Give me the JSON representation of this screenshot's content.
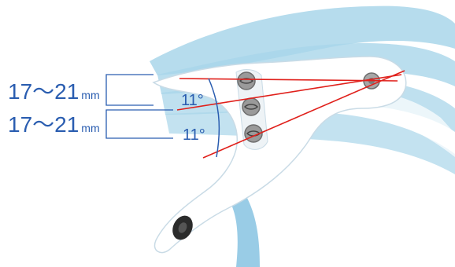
{
  "dimensions": [
    {
      "value": "17～21",
      "unit": "mm"
    },
    {
      "value": "17～21",
      "unit": "mm"
    }
  ],
  "angles": [
    {
      "label": "11°"
    },
    {
      "label": "11°"
    }
  ],
  "colors": {
    "tendon": "#a9d6ea",
    "tendon_dark": "#7fbfe0",
    "guide_line": "#e0201b",
    "label": "#2a5db0",
    "plate": "#ffffff",
    "screw": "#9a9a9a"
  }
}
